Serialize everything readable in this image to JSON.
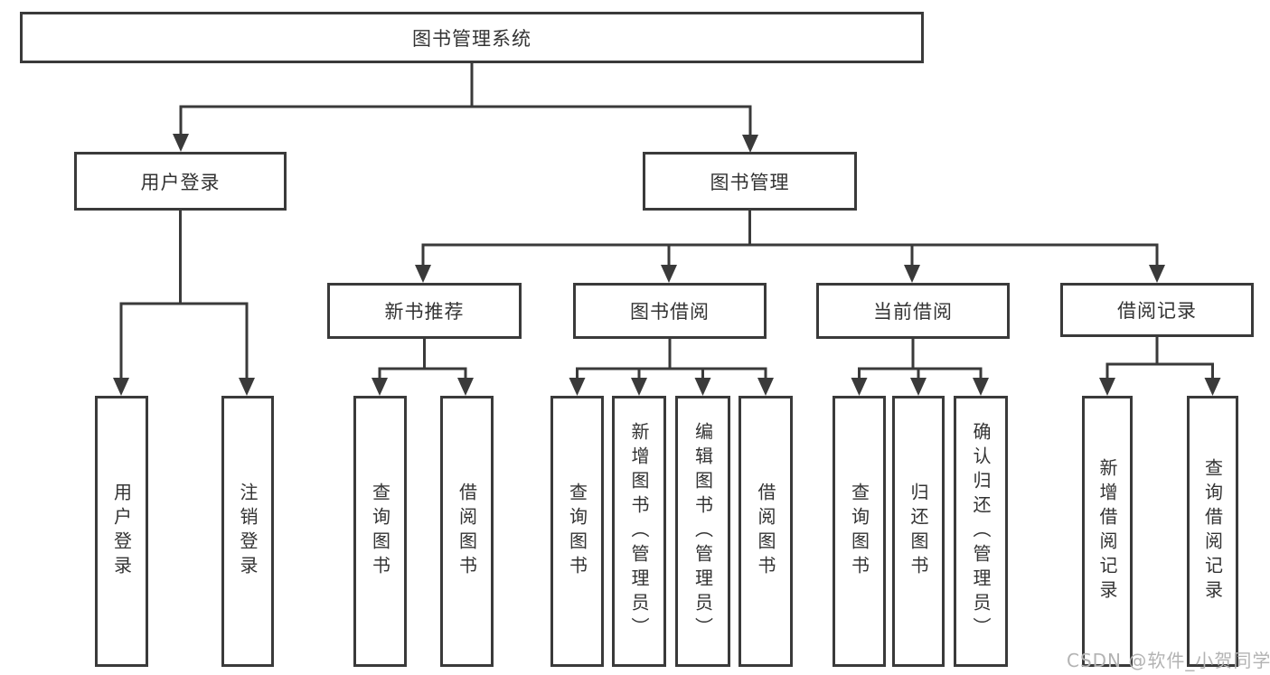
{
  "colors": {
    "line": "#3a3a3a",
    "text": "#333333",
    "box_background": "#ffffff",
    "watermark": "#b3b3b3"
  },
  "watermark": {
    "text": "CSDN @软件_小贺同学"
  },
  "diagram": {
    "type": "hierarchy-tree",
    "root": {
      "label": "图书管理系统"
    },
    "level1": [
      {
        "label": "用户登录"
      },
      {
        "label": "图书管理"
      }
    ],
    "level2": [
      {
        "label": "新书推荐",
        "parent": "图书管理"
      },
      {
        "label": "图书借阅",
        "parent": "图书管理"
      },
      {
        "label": "当前借阅",
        "parent": "图书管理"
      },
      {
        "label": "借阅记录",
        "parent": "图书管理"
      }
    ],
    "leaves": {
      "user_login": [
        "用户登录",
        "注销登录"
      ],
      "new_book_recommendation": [
        "查询图书",
        "借阅图书"
      ],
      "book_borrowing": [
        "查询图书",
        "新增图书（管理员）",
        "编辑图书（管理员）",
        "借阅图书"
      ],
      "current_borrowing": [
        "查询图书",
        "归还图书",
        "确认归还（管理员）"
      ],
      "borrowing_records": [
        "新增借阅记录",
        "查询借阅记录"
      ]
    }
  }
}
